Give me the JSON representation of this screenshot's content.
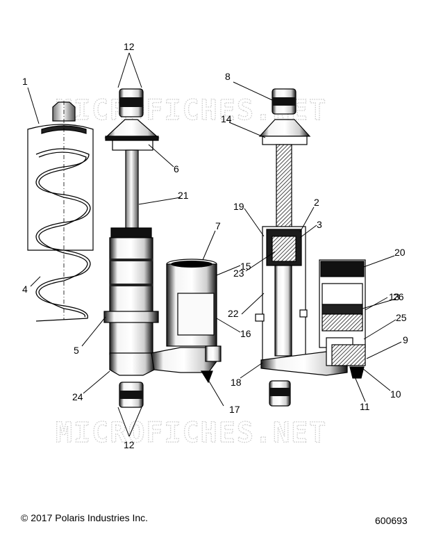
{
  "watermark_text": "MICROFICHES.NET",
  "callouts": [
    {
      "key": "c1",
      "label": "1"
    },
    {
      "key": "c2",
      "label": "2"
    },
    {
      "key": "c3",
      "label": "3"
    },
    {
      "key": "c4",
      "label": "4"
    },
    {
      "key": "c5",
      "label": "5"
    },
    {
      "key": "c6",
      "label": "6"
    },
    {
      "key": "c7",
      "label": "7"
    },
    {
      "key": "c8",
      "label": "8"
    },
    {
      "key": "c9",
      "label": "9"
    },
    {
      "key": "c10",
      "label": "10"
    },
    {
      "key": "c11",
      "label": "11"
    },
    {
      "key": "c12a",
      "label": "12"
    },
    {
      "key": "c12b",
      "label": "12"
    },
    {
      "key": "c13",
      "label": "13"
    },
    {
      "key": "c14",
      "label": "14"
    },
    {
      "key": "c15",
      "label": "15"
    },
    {
      "key": "c16",
      "label": "16"
    },
    {
      "key": "c17",
      "label": "17"
    },
    {
      "key": "c18",
      "label": "18"
    },
    {
      "key": "c19",
      "label": "19"
    },
    {
      "key": "c20",
      "label": "20"
    },
    {
      "key": "c21",
      "label": "21"
    },
    {
      "key": "c22",
      "label": "22"
    },
    {
      "key": "c23",
      "label": "23"
    },
    {
      "key": "c24",
      "label": "24"
    },
    {
      "key": "c25",
      "label": "25"
    },
    {
      "key": "c26",
      "label": "26"
    }
  ],
  "footer": {
    "copyright": "© 2017 Polaris Industries Inc.",
    "figure_number": "600693"
  }
}
